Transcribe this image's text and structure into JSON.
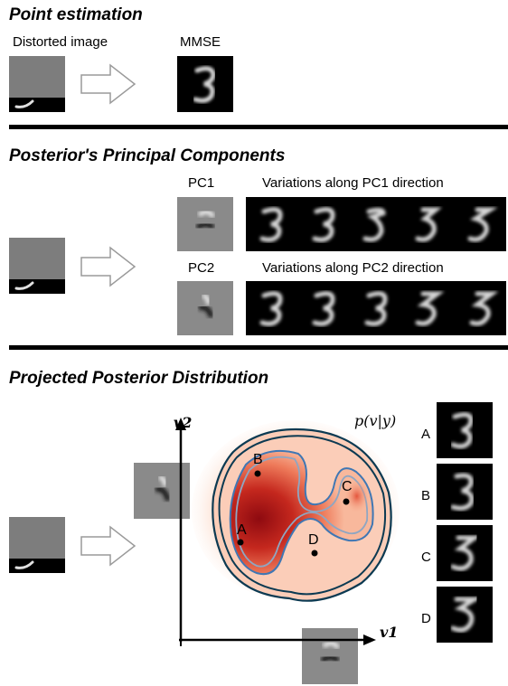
{
  "sections": {
    "point_estimation": {
      "title": "Point estimation",
      "input_label": "Distorted image",
      "output_label": "MMSE"
    },
    "principal_components": {
      "title": "Posterior's Principal Components",
      "pc1_label": "PC1",
      "pc1_variations_label": "Variations along PC1 direction",
      "pc2_label": "PC2",
      "pc2_variations_label": "Variations along PC2 direction"
    },
    "projected_distribution": {
      "title": "Projected Posterior Distribution",
      "axis_y_label": "v2",
      "axis_x_label": "v1",
      "density_label": "p(v|y)",
      "points": [
        "A",
        "B",
        "C",
        "D"
      ],
      "side_labels": [
        "A",
        "B",
        "C",
        "D"
      ]
    }
  },
  "colors": {
    "rule": "#000000",
    "arrow_fill": "#ffffff",
    "arrow_stroke": "#9a9a9a",
    "density_dark": "#9e0d12",
    "density_light": "#fde3d6",
    "contour_outer": "#0c3a52",
    "contour_mid": "#3f77b4",
    "contour_inner": "#8fa6c2"
  }
}
